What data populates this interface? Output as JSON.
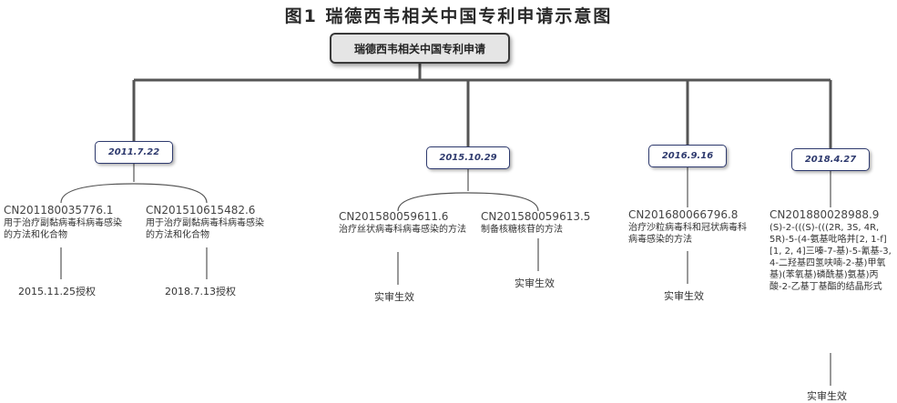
{
  "title": "图1 瑞德西韦相关中国专利申请示意图",
  "root": "瑞德西韦相关中国专利申请",
  "groups": [
    {
      "date": "2011.7.22",
      "patents": [
        {
          "number": "CN201180035776.1",
          "desc": "用于治疗副黏病毒科病毒感染的方法和化合物",
          "status": "2015.11.25授权"
        },
        {
          "number": "CN201510615482.6",
          "desc": "用于治疗副黏病毒科病毒感染的方法和化合物",
          "status": "2018.7.13授权"
        }
      ]
    },
    {
      "date": "2015.10.29",
      "patents": [
        {
          "number": "CN201580059611.6",
          "desc": "治疗丝状病毒科病毒感染的方法",
          "status": "实审生效"
        },
        {
          "number": "CN201580059613.5",
          "desc": "制备核糖核苷的方法",
          "status": "实审生效"
        }
      ]
    },
    {
      "date": "2016.9.16",
      "patents": [
        {
          "number": "CN201680066796.8",
          "desc": "治疗沙粒病毒科和冠状病毒科病毒感染的方法",
          "status": "实审生效"
        }
      ]
    },
    {
      "date": "2018.4.27",
      "patents": [
        {
          "number": "CN201880028988.9",
          "desc": "(S)-2-(((S)-(((2R, 3S, 4R, 5R)-5-(4-氨基吡咯并[2, 1-f][1, 2, 4]三嗪-7-基)-5-氰基-3, 4-二羟基四氢呋喃-2-基)甲氧基)(苯氧基)磷酰基)氨基)丙酸-2-乙基丁基酯的结晶形式",
          "status": "实审生效"
        }
      ]
    }
  ]
}
